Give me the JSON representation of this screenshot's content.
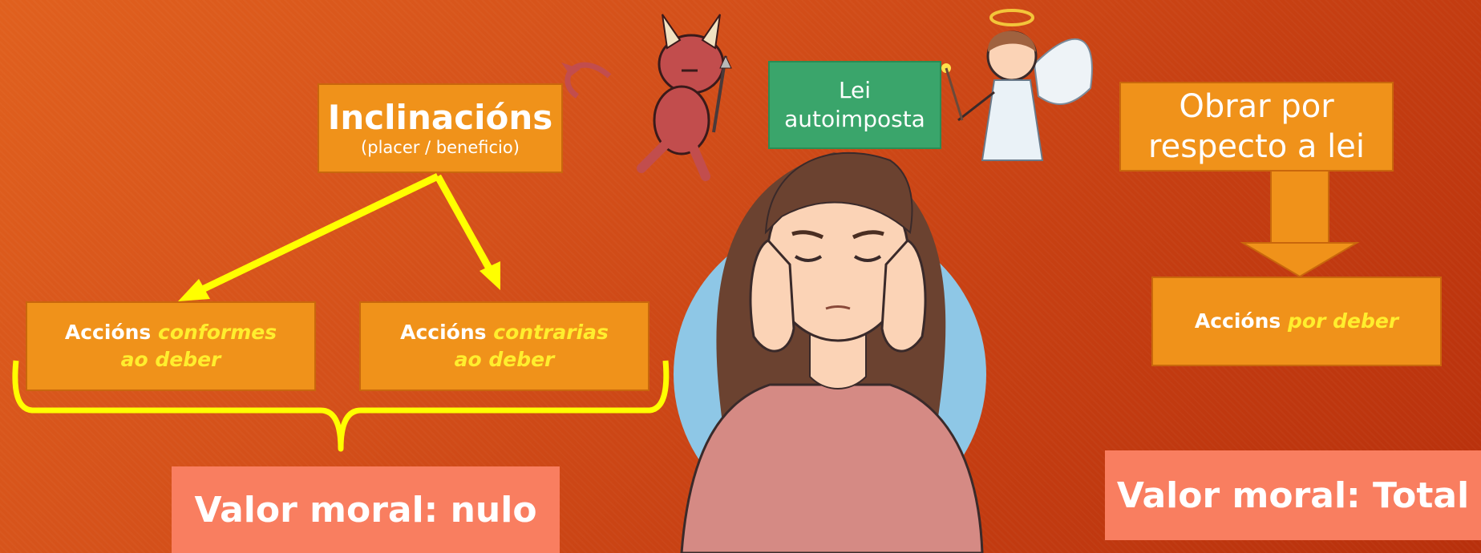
{
  "inclinacions": {
    "title": "Inclinacións",
    "subtitle": "(placer / beneficio)"
  },
  "accions_conformes": {
    "lead": "Accións",
    "highlight_1": "conformes",
    "highlight_2": "ao deber"
  },
  "accions_contrarias": {
    "lead": "Accións",
    "highlight_1": "contrarias",
    "highlight_2": "ao deber"
  },
  "lei": {
    "line1": "Lei",
    "line2": "autoimposta"
  },
  "obrar": {
    "line1": "Obrar por",
    "line2": "respecto a lei"
  },
  "accions_por_deber": {
    "lead": "Accións",
    "highlight": "por deber"
  },
  "valor_nulo": "Valor moral: nulo",
  "valor_total": "Valor moral: Total",
  "colors": {
    "box_orange": "#f0921a",
    "highlight_yellow": "#ffee2e",
    "law_green": "#3aa56b",
    "valor_salmon": "#f97e60",
    "arrow_yellow": "#ffff00"
  }
}
